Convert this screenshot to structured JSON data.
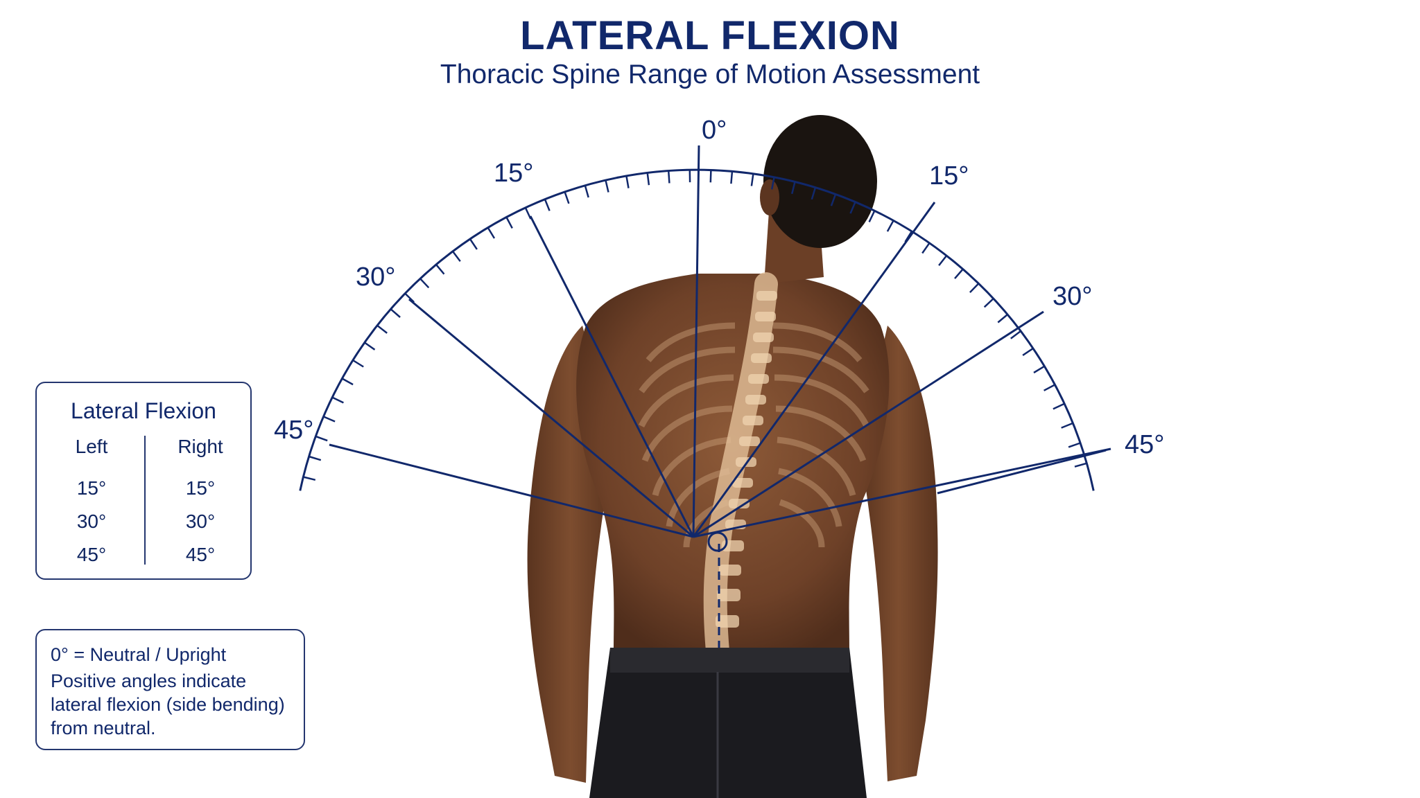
{
  "title": "LATERAL FLEXION",
  "subtitle": "Thoracic Spine Range of Motion Assessment",
  "protractor": {
    "label_top": "0°",
    "labels_left": [
      "15°",
      "30°",
      "45°"
    ],
    "labels_right": [
      "15°",
      "30°",
      "45°"
    ]
  },
  "legend": {
    "title": "Lateral Flexion",
    "left_header": "Left",
    "right_header": "Right",
    "left_values": [
      "15°",
      "30°",
      "45°"
    ],
    "right_values": [
      "15°",
      "30°",
      "45°"
    ]
  },
  "note": {
    "line1": "0° = Neutral / Upright",
    "line2": "Positive angles indicate lateral flexion (side bending) from neutral."
  },
  "colors": {
    "navy": "#11286b",
    "skin": "#7a4a2d",
    "spine": "#d9b48c",
    "shorts": "#1b1b1f"
  }
}
